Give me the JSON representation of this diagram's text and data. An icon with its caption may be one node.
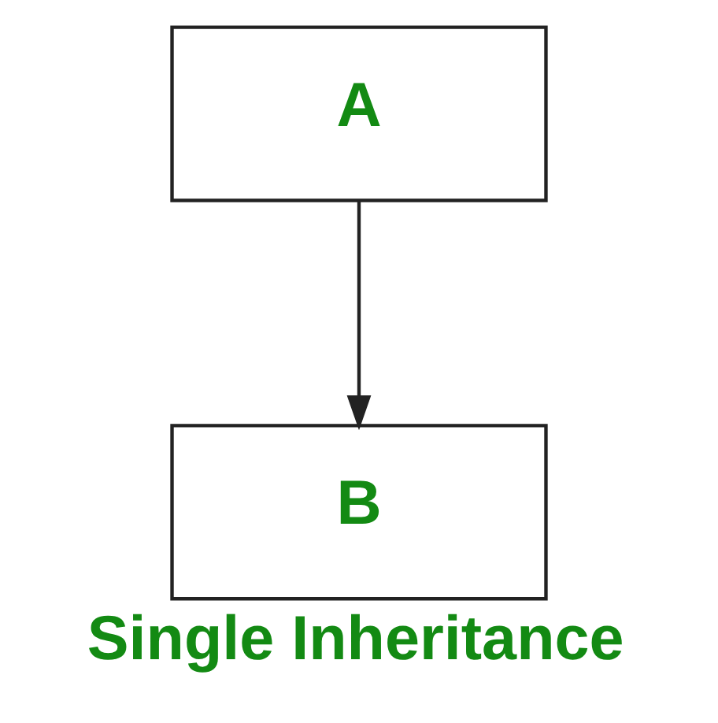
{
  "diagram": {
    "caption": "Single Inheritance",
    "nodes": [
      {
        "text": [
          "A"
        ]
      },
      {
        "text": [
          "B"
        ]
      }
    ],
    "edges": [
      {
        "from": 0,
        "to": 1,
        "arrow": "to"
      }
    ]
  }
}
